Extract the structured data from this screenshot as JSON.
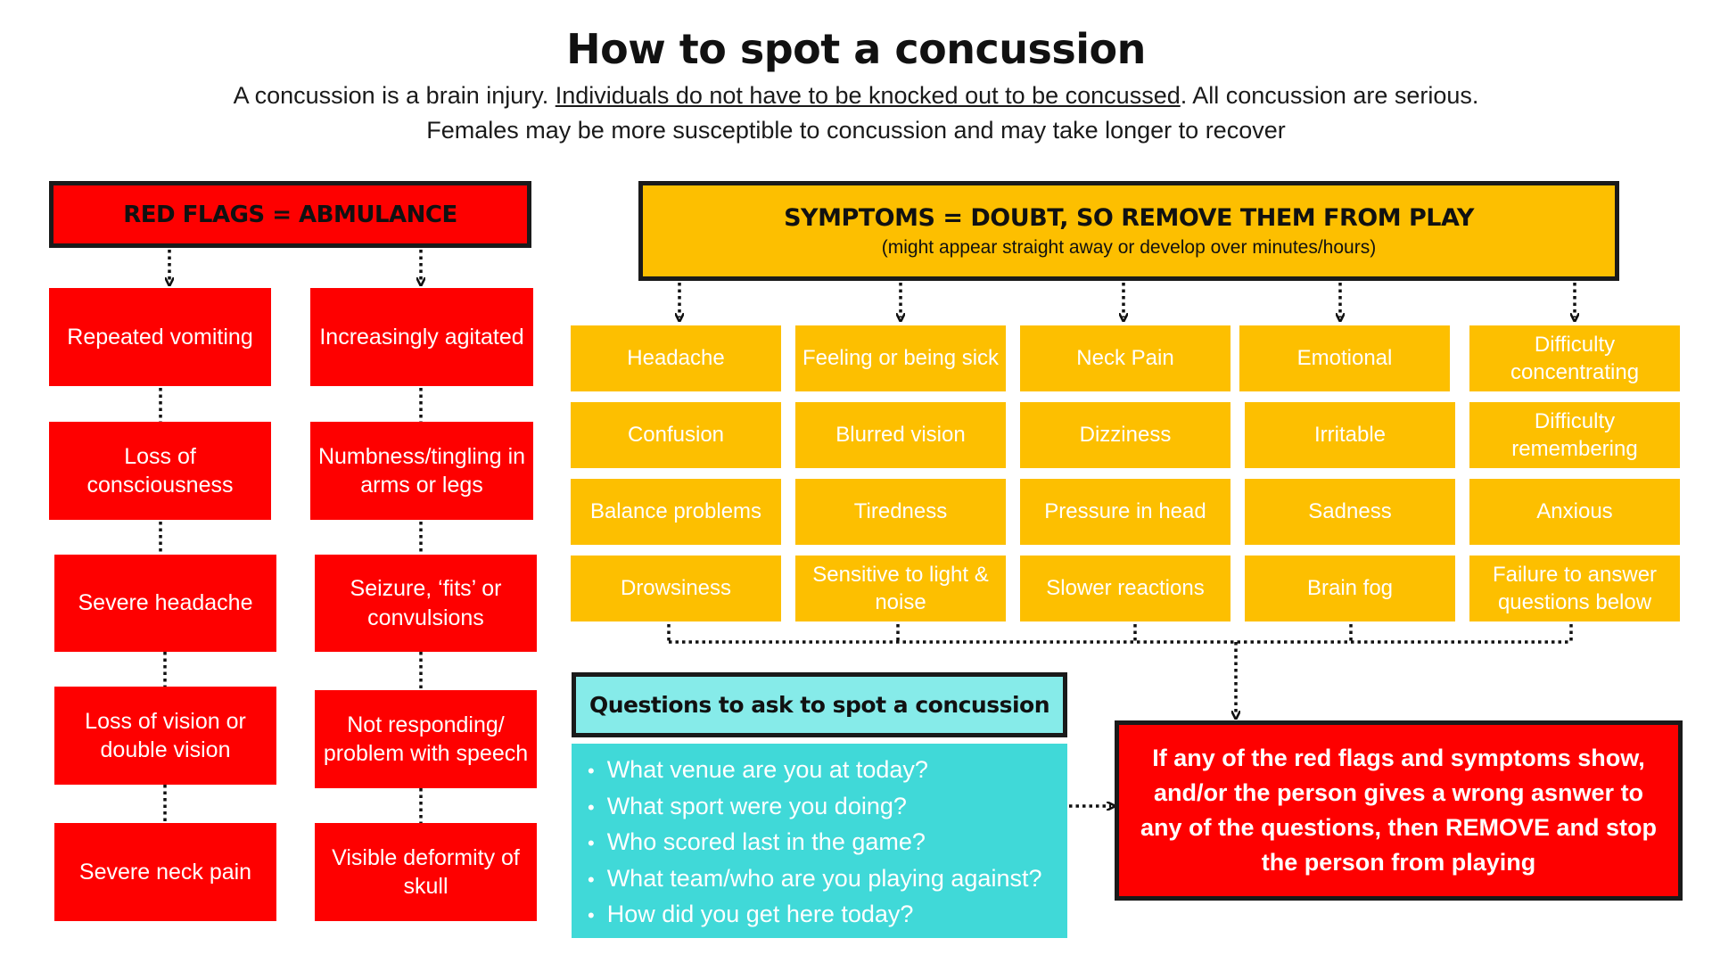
{
  "title": "How to spot a concussion",
  "subtitle": {
    "line1_before": "A concussion is a brain injury. ",
    "line1_underlined": "Individuals do not have to be knocked out to be concussed",
    "line1_after": ". All concussion are serious.",
    "line2": "Females may be more susceptible to concussion and may take longer to recover"
  },
  "red_flags": {
    "header": "RED FLAGS = ABMULANCE",
    "left_column": [
      "Repeated vomiting",
      "Loss of consciousness",
      "Severe headache",
      "Loss of vision or double vision",
      "Severe neck pain"
    ],
    "right_column": [
      "Increasingly agitated",
      "Numbness/tingling in arms or legs",
      "Seizure, ‘fits’ or convulsions",
      "Not responding/ problem with speech",
      "Visible deformity of skull"
    ]
  },
  "symptoms": {
    "header": "SYMPTOMS = DOUBT, SO REMOVE THEM FROM PLAY",
    "note": "(might appear straight away or develop over minutes/hours)",
    "columns": [
      [
        "Headache",
        "Confusion",
        "Balance problems",
        "Drowsiness"
      ],
      [
        "Feeling or being sick",
        "Blurred vision",
        "Tiredness",
        "Sensitive to light & noise"
      ],
      [
        "Neck Pain",
        "Dizziness",
        "Pressure in head",
        "Slower reactions"
      ],
      [
        "Emotional",
        "Irritable",
        "Sadness",
        "Brain fog"
      ],
      [
        "Difficulty concentrating",
        "Difficulty remembering",
        "Anxious",
        "Failure to answer questions  below"
      ]
    ]
  },
  "questions": {
    "header": "Questions to ask to spot a concussion",
    "items": [
      "What venue are you at today?",
      "What sport were you doing?",
      "Who scored last in the game?",
      "What team/who are you playing against?",
      "How did you get here today?"
    ]
  },
  "remove_instruction": "If any of the red flags and symptoms show, and/or the person gives a wrong asnwer to any of the questions, then REMOVE and stop the person from playing",
  "colors": {
    "red": "#fe0000",
    "amber": "#fdbf00",
    "teal_header": "#86ebe9",
    "teal_list": "#40d9d8",
    "border": "#1a1a1a"
  }
}
